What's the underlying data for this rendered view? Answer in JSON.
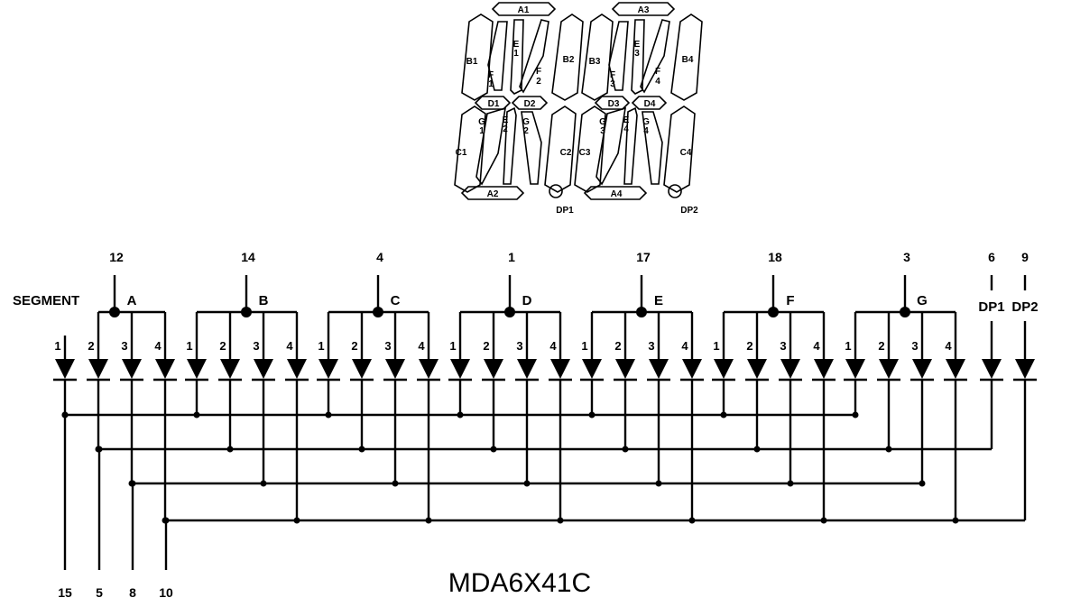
{
  "display": {
    "digit_left": {
      "top": "A1",
      "bottom": "A2",
      "upper_left": "B1",
      "upper_right": "B2",
      "lower_left": "C1",
      "lower_right": "C2",
      "mid_left": "D1",
      "mid_right": "D2",
      "e_upper_a": "E",
      "e_upper_b": "1",
      "e_lower_a": "E",
      "e_lower_b": "2",
      "f_left_a": "F",
      "f_left_b": "1",
      "f_right_a": "F",
      "f_right_b": "2",
      "g_left_a": "G",
      "g_left_b": "1",
      "g_right_a": "G",
      "g_right_b": "2",
      "dp": "DP1"
    },
    "digit_right": {
      "top": "A3",
      "bottom": "A4",
      "upper_left": "B3",
      "upper_right": "B4",
      "lower_left": "C3",
      "lower_right": "C4",
      "mid_left": "D3",
      "mid_right": "D4",
      "e_upper_a": "E",
      "e_upper_b": "3",
      "e_lower_a": "E",
      "e_lower_b": "4",
      "f_left_a": "F",
      "f_left_b": "3",
      "f_right_a": "F",
      "f_right_b": "4",
      "g_left_a": "G",
      "g_left_b": "3",
      "g_right_a": "G",
      "g_right_b": "4",
      "dp": "DP2"
    }
  },
  "schematic": {
    "segment_label": "SEGMENT",
    "groups": [
      {
        "letter": "A",
        "pin": "12"
      },
      {
        "letter": "B",
        "pin": "14"
      },
      {
        "letter": "C",
        "pin": "4"
      },
      {
        "letter": "D",
        "pin": "1"
      },
      {
        "letter": "E",
        "pin": "17"
      },
      {
        "letter": "F",
        "pin": "18"
      },
      {
        "letter": "G",
        "pin": "3"
      }
    ],
    "diode_numbers": [
      "1",
      "2",
      "3",
      "4"
    ],
    "dp_diodes": [
      {
        "label": "DP1",
        "pin": "6"
      },
      {
        "label": "DP2",
        "pin": "9"
      }
    ],
    "bottom_pins": [
      "15",
      "5",
      "8",
      "10"
    ]
  },
  "part_number": "MDA6X41C"
}
